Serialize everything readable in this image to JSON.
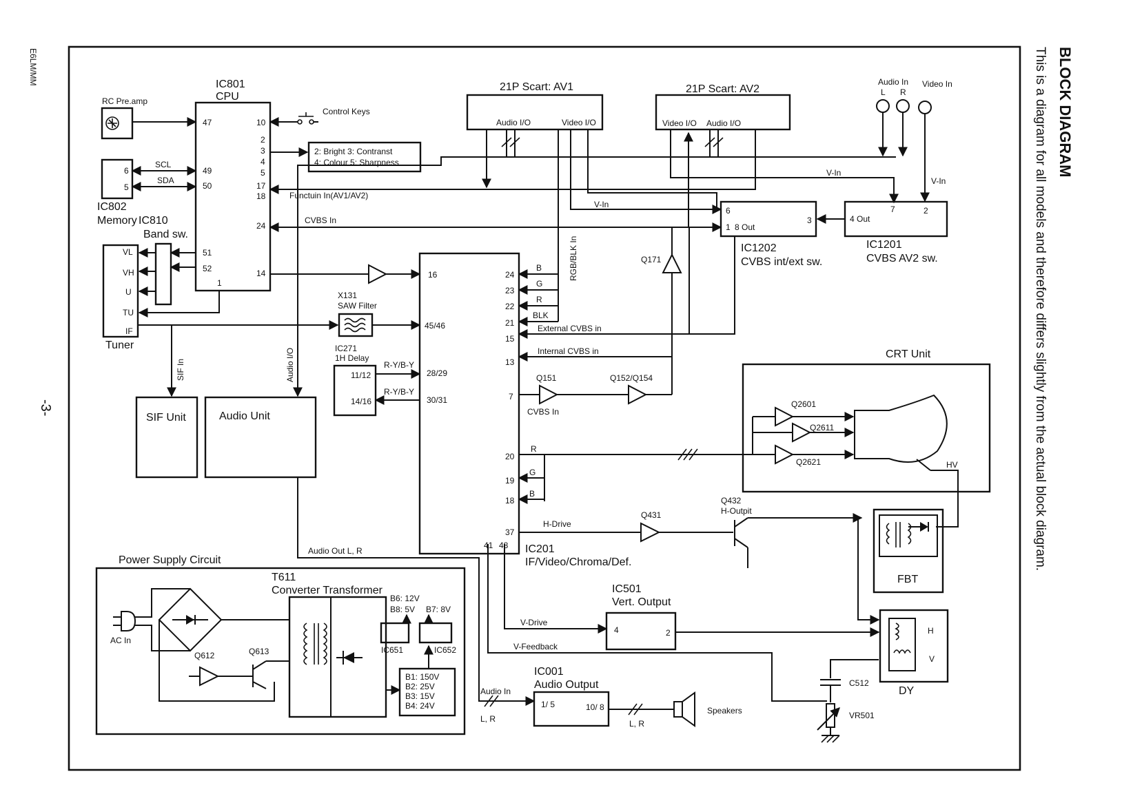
{
  "page": {
    "heading": "BLOCK DIAGRAM",
    "subheading": "This is a diagram for all models and therefore differs slightly from the actual block diagram.",
    "model_code": "E6LM/MM",
    "page_number": "-3-"
  },
  "blocks": {
    "cpu": {
      "ref": "IC801",
      "name": "CPU"
    },
    "memory": {
      "ref": "IC802",
      "name": "Memory"
    },
    "band_sw": {
      "ref": "IC810",
      "name": "Band sw."
    },
    "rc_preamp": "RC Pre.amp",
    "control_keys": "Control Keys",
    "keys_note_1": "2: Bright 3: Contranst",
    "keys_note_2": "4: Colour  5: Sharpness",
    "tuner": "Tuner",
    "saw": {
      "ref": "X131",
      "name": "SAW Filter"
    },
    "delay": {
      "ref": "IC271",
      "name": "1H Delay"
    },
    "sif_unit": "SIF Unit",
    "audio_unit": "Audio Unit",
    "scart_av1": "21P Scart: AV1",
    "scart_av2": "21P Scart: AV2",
    "ic1202": {
      "ref": "IC1202",
      "name": "CVBS int/ext sw."
    },
    "ic1201": {
      "ref": "IC1201",
      "name": "CVBS AV2 sw."
    },
    "ic201": {
      "ref": "IC201",
      "name": "IF/Video/Chroma/Def."
    },
    "crt_unit": "CRT Unit",
    "fbt": "FBT",
    "dy": "DY",
    "ic501": {
      "ref": "IC501",
      "name": "Vert. Output"
    },
    "ic001": {
      "ref": "IC001",
      "name": "Audio Output"
    },
    "power": "Power Supply Circuit",
    "t611": {
      "ref": "T611",
      "name": "Converter Transformer"
    },
    "ic651": "IC651",
    "ic652": "IC652",
    "ac_in": "AC In",
    "speakers": "Speakers",
    "c512": "C512",
    "vr501": "VR501"
  },
  "labels": {
    "scl": "SCL",
    "sda": "SDA",
    "audio_io": "Audio I/O",
    "video_io": "Video I/O",
    "audio_in": "Audio In",
    "video_in": "Video In",
    "l": "L",
    "r": "R",
    "v_in": "V-In",
    "function_in": "Functuin In(AV1/AV2)",
    "cvbs_in": "CVBS In",
    "rgb_blk_in": "RGB/BLK In",
    "sif_in": "SIF In",
    "b": "B",
    "g": "G",
    "r_sig": "R",
    "blk": "BLK",
    "external_cvbs": "External CVBS in",
    "internal_cvbs": "Internal CVBS in",
    "ry_by": "R-Y/B-Y",
    "cvbs_in2": "CVBS In",
    "h_drive": "H-Drive",
    "v_drive": "V-Drive",
    "v_feedback": "V-Feedback",
    "audio_out": "Audio Out L, R",
    "audio_in2": "Audio In",
    "lr": "L, R",
    "hv": "HV",
    "h": "H",
    "v": "V",
    "q171": "Q171",
    "q151": "Q151",
    "q152": "Q152/Q154",
    "q2601": "Q2601",
    "q2611": "Q2611",
    "q2621": "Q2621",
    "q431": "Q431",
    "q432": "Q432",
    "q432_name": "H-Outpit",
    "q612": "Q612",
    "q613": "Q613",
    "b6": "B6: 12V",
    "b8": "B8: 5V",
    "b7": "B7: 8V",
    "b1": "B1: 150V",
    "b2": "B2: 25V",
    "b3": "B3: 15V",
    "b4": "B4: 24V"
  },
  "pins": {
    "cpu": [
      "47",
      "49",
      "50",
      "51",
      "52",
      "1",
      "10",
      "2",
      "3",
      "4",
      "5",
      "17",
      "18",
      "24",
      "14"
    ],
    "memory": [
      "6",
      "5"
    ],
    "tuner": [
      "VL",
      "VH",
      "U",
      "TU",
      "IF"
    ],
    "ic201_left": [
      "16",
      "45/46",
      "28/29",
      "30/31"
    ],
    "ic201_right": [
      "24",
      "23",
      "22",
      "21",
      "15",
      "13",
      "7",
      "20",
      "19",
      "18",
      "37"
    ],
    "ic201_bottom": [
      "41",
      "48"
    ],
    "delay": [
      "11/12",
      "14/16"
    ],
    "ic1202": [
      "6",
      "1",
      "8 Out",
      "3"
    ],
    "ic1201": [
      "4 Out",
      "7",
      "2"
    ],
    "ic501": [
      "4",
      "2"
    ],
    "ic001": [
      "1/ 5",
      "10/ 8"
    ]
  }
}
